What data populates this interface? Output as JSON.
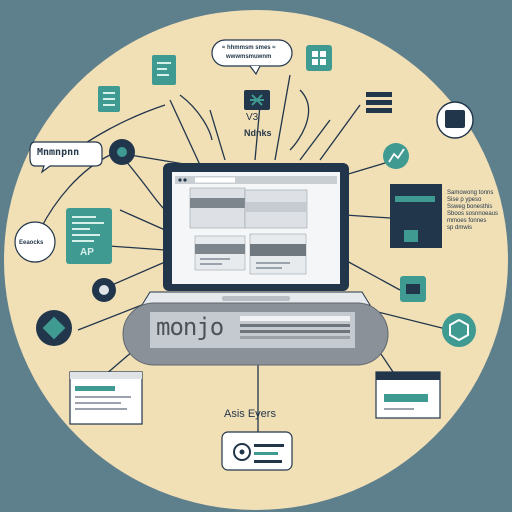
{
  "colors": {
    "background": "#5e7f8c",
    "oval": "#f1dfb6",
    "navy": "#22364b",
    "teal": "#3f9a92",
    "gray_base": "#8b9199",
    "light_gray": "#dfe3e6"
  },
  "top_bubble_lines": [
    "≈ hhmmsm smes ≈",
    "wwwmsmuwnm"
  ],
  "version_label": "V3",
  "notes_label": "Ndnks",
  "left_bubble_label": "Mnmnpnn",
  "left_circle_label": "Eeaocks",
  "left_panel_bottom_label": "AP",
  "base_logo_text": "monjo",
  "bottom_caption": "Asis Eyers",
  "right_panel_lines": [
    "Samowong tonns",
    "Sise p ypeso",
    "Ssweg bonesthis",
    "Sboos sosnnoeaus",
    "mmoes fonnes",
    "sp dmwis"
  ],
  "icons": [
    "chat-icon",
    "window-icon",
    "document-icon",
    "server-icon",
    "network-icon",
    "settings-icon",
    "database-icon",
    "chart-icon",
    "cube-icon",
    "layers-icon",
    "hexagon-icon"
  ]
}
